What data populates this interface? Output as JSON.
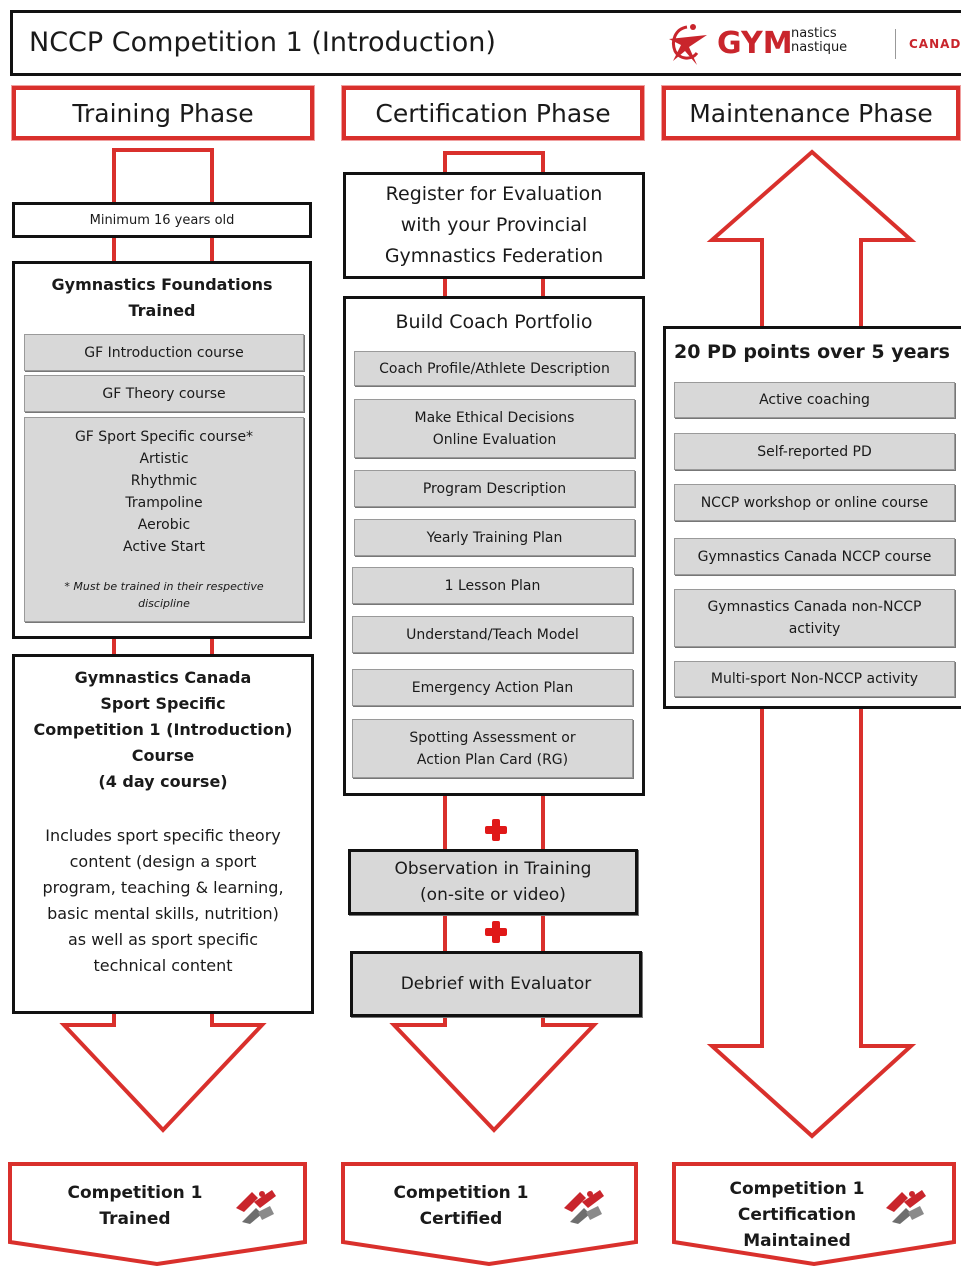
{
  "header": {
    "title": "NCCP Competition 1 (Introduction)",
    "logo_gym": "GYM",
    "logo_nastics": "nastics",
    "logo_nastique": "nastique",
    "logo_canada": "CANADA"
  },
  "phases": {
    "training": "Training Phase",
    "certification": "Certification Phase",
    "maintenance": "Maintenance Phase"
  },
  "training": {
    "min_age": "Minimum 16 years old",
    "foundations": {
      "title_l1": "Gymnastics Foundations",
      "title_l2": "Trained",
      "items": [
        "GF Introduction course",
        "GF Theory course"
      ],
      "sport_specific": {
        "title": "GF Sport Specific course*",
        "disciplines": [
          "Artistic",
          "Rhythmic",
          "Trampoline",
          "Aerobic",
          "Active Start"
        ],
        "note_l1": "* Must be trained in their respective",
        "note_l2": "discipline"
      }
    },
    "course": {
      "title_lines": [
        "Gymnastics Canada",
        "Sport Specific",
        "Competition 1 (Introduction)",
        "Course",
        "(4 day course)"
      ],
      "desc_lines": [
        "Includes sport specific theory",
        "content (design a sport",
        "program, teaching & learning,",
        "basic mental skills, nutrition)",
        "as well as sport specific",
        "technical content"
      ]
    }
  },
  "certification": {
    "register_lines": [
      "Register for Evaluation",
      "with your Provincial",
      "Gymnastics Federation"
    ],
    "portfolio": {
      "title": "Build Coach Portfolio",
      "items": [
        "Coach Profile/Athlete Description",
        "Make Ethical Decisions",
        "Online Evaluation",
        "Program Description",
        "Yearly Training Plan",
        "1 Lesson Plan",
        "Understand/Teach Model",
        "Emergency Action Plan",
        "Spotting Assessment or",
        "Action Plan Card (RG)"
      ]
    },
    "observation_l1": "Observation in Training",
    "observation_l2": "(on-site or video)",
    "debrief": "Debrief with Evaluator"
  },
  "maintenance": {
    "title": "20 PD points over 5 years",
    "items": [
      "Active coaching",
      "Self-reported PD",
      "NCCP workshop or online course",
      "Gymnastics Canada NCCP course",
      "Gymnastics Canada non-NCCP",
      "activity",
      "Multi-sport Non-NCCP activity"
    ]
  },
  "outcomes": {
    "trained": [
      "Competition 1",
      "Trained"
    ],
    "certified": [
      "Competition 1",
      "Certified"
    ],
    "maintained": [
      "Competition 1",
      "Certification",
      "Maintained"
    ]
  },
  "colors": {
    "accent_red": "#d9302c",
    "box_grey": "#d8d8d8",
    "border_black": "#111111"
  },
  "icons": [
    "gymnastics-canada-logo",
    "plus-icon",
    "gymnast-emblem-icon"
  ]
}
